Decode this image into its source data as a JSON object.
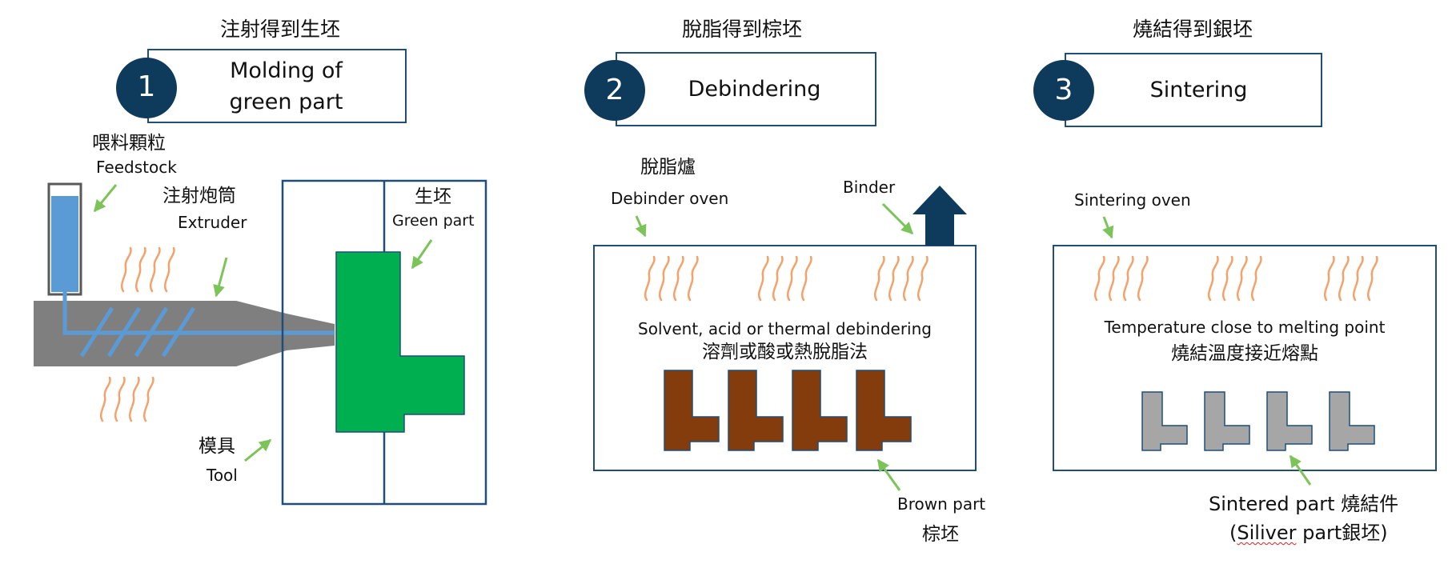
{
  "colors": {
    "navy": "#0e3a5c",
    "box_border": "#1f4e79",
    "green_part": "#00b050",
    "brown_part": "#843c0c",
    "silver_part": "#a6a6a6",
    "heat": "#f4a26b",
    "arrow_green": "#7cc35a",
    "feedstock_blue": "#5b9bd5",
    "extruder_gray": "#7f7f7f"
  },
  "steps": [
    {
      "number": "1",
      "caption": "注射得到生坯",
      "title_line1": "Molding of",
      "title_line2": "green part"
    },
    {
      "number": "2",
      "caption": "脫脂得到棕坯",
      "title": "Debindering"
    },
    {
      "number": "3",
      "caption": "燒結得到銀坯",
      "title": "Sintering"
    }
  ],
  "molding": {
    "feedstock_zh": "喂料顆粒",
    "feedstock_en": "Feedstock",
    "extruder_zh": "注射炮筒",
    "extruder_en": "Extruder",
    "green_part_zh": "生坯",
    "green_part_en": "Green part",
    "tool_zh": "模具",
    "tool_en": "Tool"
  },
  "debinding": {
    "oven_zh": "脫脂爐",
    "oven_en": "Debinder oven",
    "binder": "Binder",
    "method_en": "Solvent, acid or thermal debindering",
    "method_zh": "溶劑或酸或熱脫脂法",
    "brown_part_en": "Brown part",
    "brown_part_zh": "棕坯"
  },
  "sintering": {
    "oven_en": "Sintering oven",
    "temp_en": "Temperature close to melting point",
    "temp_zh": "燒結溫度接近熔點",
    "sintered_label": "Sintered part 燒結件",
    "silver_open": "(",
    "silver_word": "Siliver",
    "silver_rest": " part銀坯)"
  },
  "icons": [
    "heat-wave-icon",
    "pointer-arrow-icon",
    "exhaust-arrow-icon"
  ]
}
